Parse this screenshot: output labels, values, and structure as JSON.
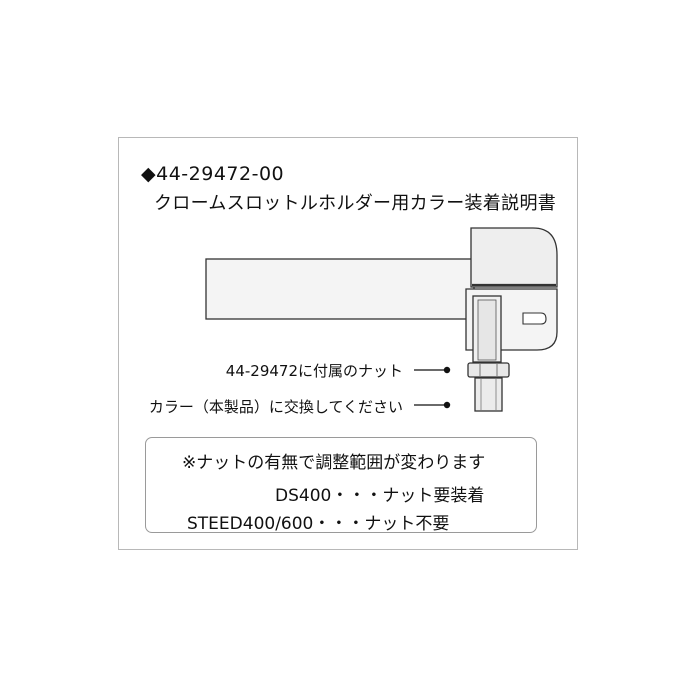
{
  "header": {
    "part_number": "◆44-29472-00",
    "title": "クロームスロットルホルダー用カラー装着説明書"
  },
  "callouts": [
    {
      "label": "44-29472に付属のナット"
    },
    {
      "label": "カラー（本製品）に交換してください"
    }
  ],
  "note": {
    "line1": "※ナットの有無で調整範囲が変わります",
    "line2": "DS400・・・ナット要装着",
    "line3": "STEED400/600・・・ナット不要"
  },
  "colors": {
    "outline": "#333333",
    "grip_fill": "#f4f4f4",
    "holder_fill": "#eeeeee",
    "frame_border": "#b8b8b8",
    "note_border": "#9a9a9a"
  }
}
